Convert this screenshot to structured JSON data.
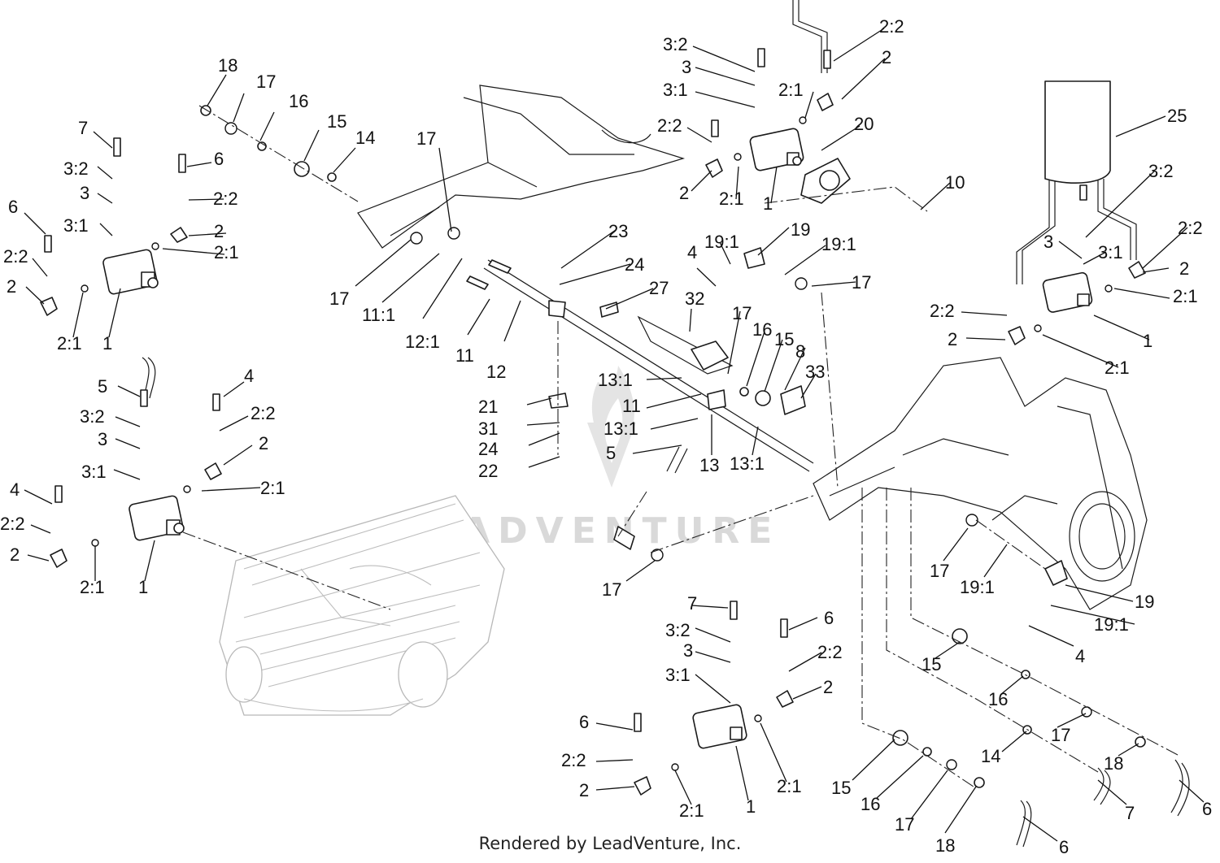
{
  "watermark": "LEADVENTURE",
  "footer_credit": "Rendered by LeadVenture, Inc.",
  "callouts": [
    "18",
    "17",
    "16",
    "15",
    "14",
    "17",
    "17",
    "11:1",
    "12:1",
    "11",
    "12",
    "7",
    "3:2",
    "3",
    "3:1",
    "6",
    "2:2",
    "2",
    "2:1",
    "6",
    "2:2",
    "2",
    "2:1",
    "1",
    "5",
    "3:2",
    "3",
    "3:1",
    "4",
    "2:2",
    "2",
    "2:1",
    "4",
    "2:2",
    "2",
    "2:1",
    "1",
    "3:2",
    "3",
    "3:1",
    "2:1",
    "2:2",
    "2",
    "2:2",
    "2",
    "2:1",
    "1",
    "20",
    "10",
    "25",
    "3:2",
    "2:2",
    "3",
    "3:1",
    "2",
    "2:1",
    "2:2",
    "2",
    "2:1",
    "1",
    "23",
    "24",
    "27",
    "21",
    "31",
    "24",
    "22",
    "4",
    "19:1",
    "19",
    "19:1",
    "17",
    "32",
    "17",
    "16",
    "15",
    "8",
    "33",
    "13:1",
    "11",
    "13:1",
    "5",
    "13",
    "13:1",
    "17",
    "17",
    "19:1",
    "19",
    "19:1",
    "4",
    "15",
    "16",
    "17",
    "14",
    "18",
    "7",
    "6",
    "7",
    "3:2",
    "3",
    "3:1",
    "6",
    "2:2",
    "2",
    "6",
    "2:2",
    "2",
    "2:1",
    "2:1",
    "1",
    "15",
    "16",
    "17",
    "18",
    "6"
  ]
}
